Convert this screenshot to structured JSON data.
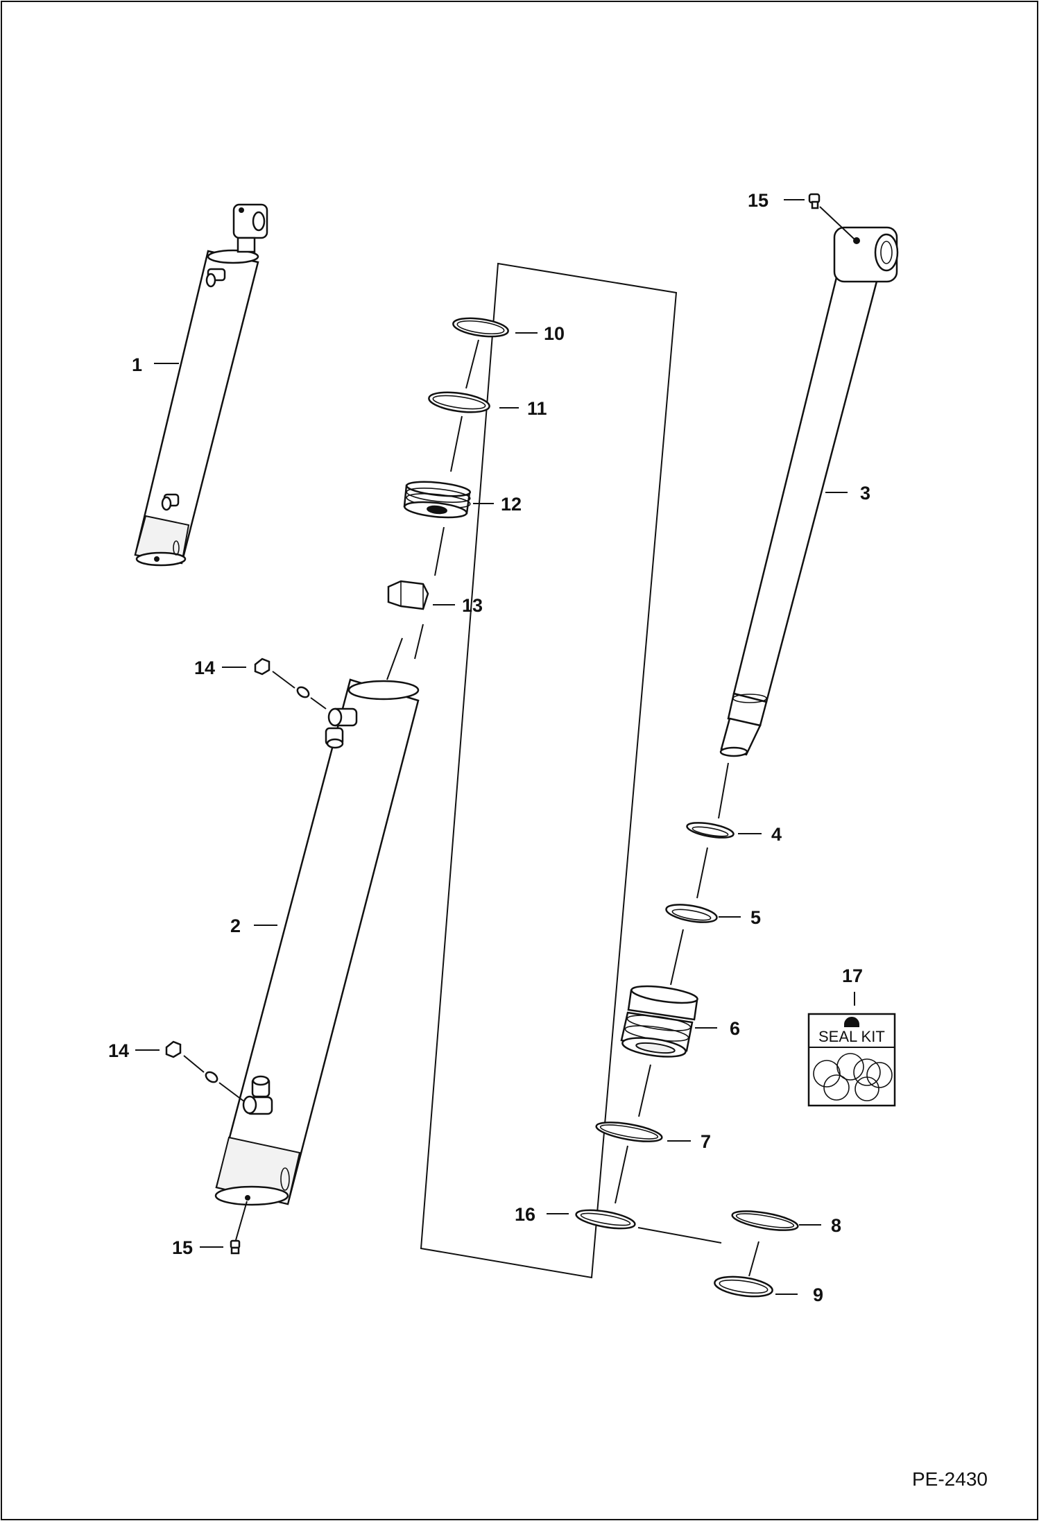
{
  "diagram": {
    "figure_number": "PE-2430",
    "seal_kit_label": "SEAL KIT",
    "callouts": [
      {
        "id": "c1",
        "label": "1"
      },
      {
        "id": "c2",
        "label": "2"
      },
      {
        "id": "c3",
        "label": "3"
      },
      {
        "id": "c4",
        "label": "4"
      },
      {
        "id": "c5",
        "label": "5"
      },
      {
        "id": "c6",
        "label": "6"
      },
      {
        "id": "c7",
        "label": "7"
      },
      {
        "id": "c8",
        "label": "8"
      },
      {
        "id": "c9",
        "label": "9"
      },
      {
        "id": "c10",
        "label": "10"
      },
      {
        "id": "c11",
        "label": "11"
      },
      {
        "id": "c12",
        "label": "12"
      },
      {
        "id": "c13",
        "label": "13"
      },
      {
        "id": "c14a",
        "label": "14"
      },
      {
        "id": "c14b",
        "label": "14"
      },
      {
        "id": "c15a",
        "label": "15"
      },
      {
        "id": "c15b",
        "label": "15"
      },
      {
        "id": "c16",
        "label": "16"
      },
      {
        "id": "c17",
        "label": "17"
      }
    ]
  }
}
